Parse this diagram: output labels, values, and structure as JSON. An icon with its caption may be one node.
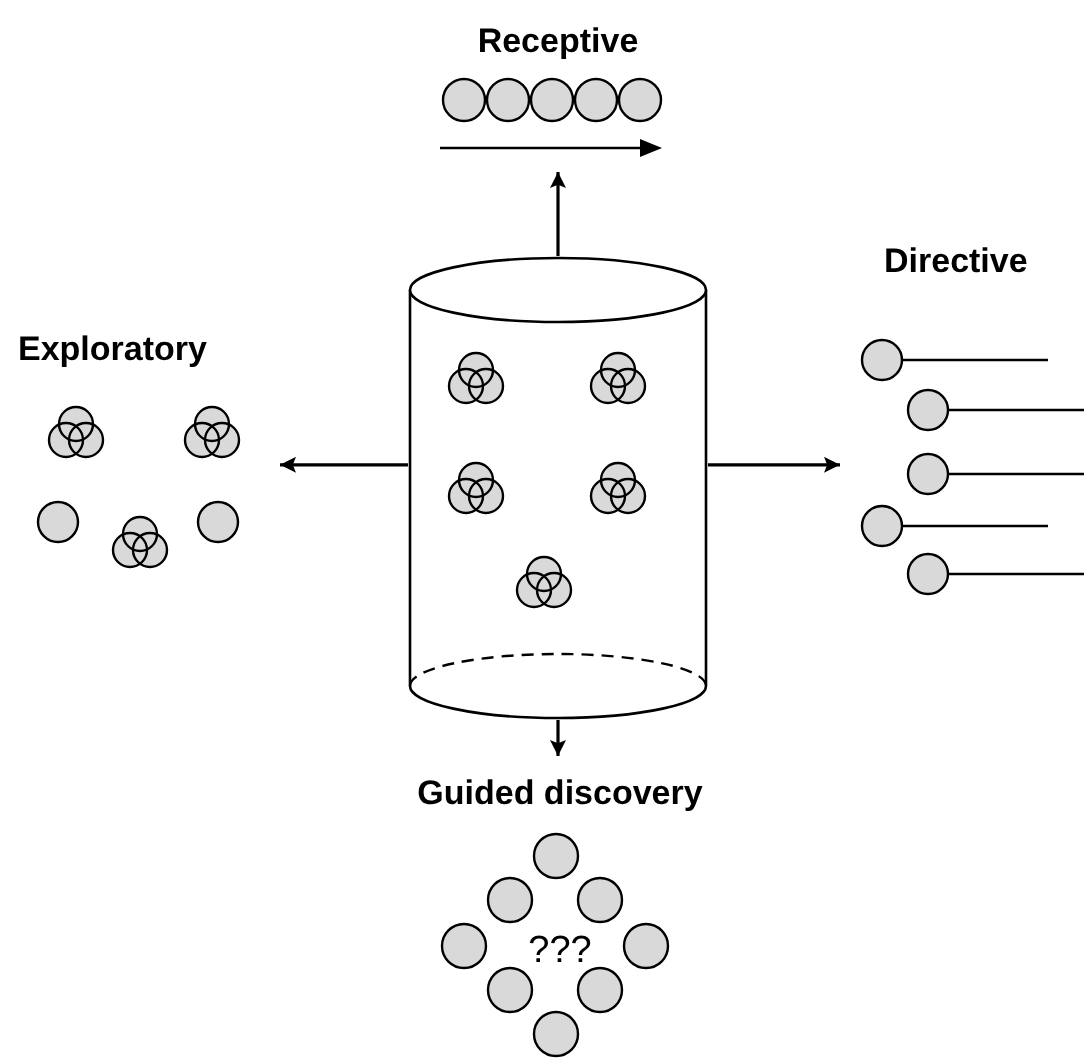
{
  "diagram": {
    "nodes": [
      {
        "text": [],
        "shape": "cylinder"
      },
      {
        "text": [
          "Receptive"
        ]
      },
      {
        "text": [
          "Exploratory"
        ]
      },
      {
        "text": [
          "Directive"
        ]
      },
      {
        "text": [
          "Guided discovery",
          "???"
        ]
      }
    ],
    "edges": [
      {
        "from": 0,
        "to": 1,
        "arrow": "to"
      },
      {
        "from": 0,
        "to": 2,
        "arrow": "to"
      },
      {
        "from": 0,
        "to": 3,
        "arrow": "to"
      },
      {
        "from": 0,
        "to": 4,
        "arrow": "to"
      }
    ]
  }
}
